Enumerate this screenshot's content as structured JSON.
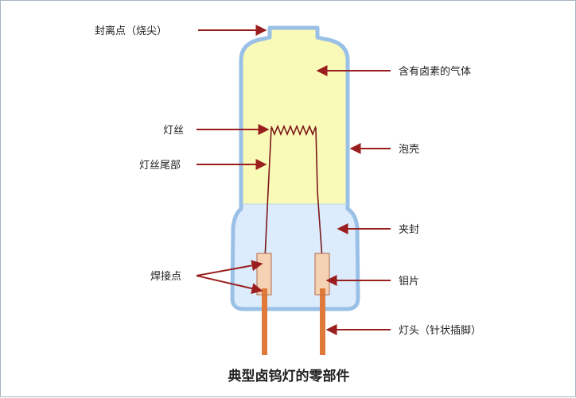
{
  "diagram": {
    "caption": "典型卤钨灯的零部件",
    "labels": {
      "tip_seal": "封离点（烧尖）",
      "halogen_gas": "含有卤素的气体",
      "filament": "灯丝",
      "filament_tail": "灯丝尾部",
      "bulb_shell": "泡壳",
      "pinch_seal": "夹封",
      "weld_point": "焊接点",
      "molybdenum_foil": "钼片",
      "base_pins": "灯头（针状插脚）"
    },
    "colors": {
      "bulb_gas": "#fafab8",
      "pinch_seal": "#dcecfc",
      "outline": "#9ac0e6",
      "wire": "#7a1818",
      "arrow": "#9a1e1e",
      "foil": "#f6d2b4",
      "pin": "#e07a3a"
    }
  }
}
